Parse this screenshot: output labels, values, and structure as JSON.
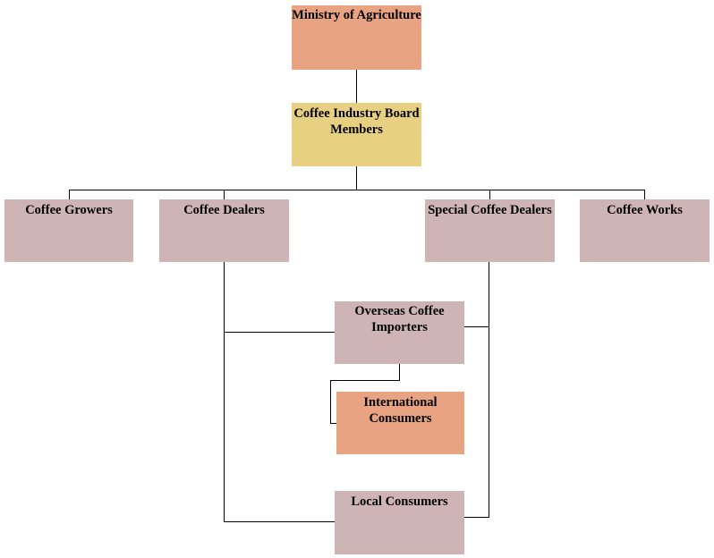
{
  "colors": {
    "ministry": "#e8a382",
    "board": "#e8d083",
    "stakeholder": "#ceb4b5",
    "international": "#e8a382",
    "line": "#000000"
  },
  "nodes": {
    "ministry": "Ministry of Agriculture",
    "board": "Coffee Industry Board Members",
    "growers": "Coffee Growers",
    "dealers": "Coffee Dealers",
    "special_dealers": "Special Coffee Dealers",
    "works": "Coffee Works",
    "overseas_importers": "Overseas Coffee Importers",
    "international_consumers": "International Consumers",
    "local_consumers": "Local Consumers"
  }
}
